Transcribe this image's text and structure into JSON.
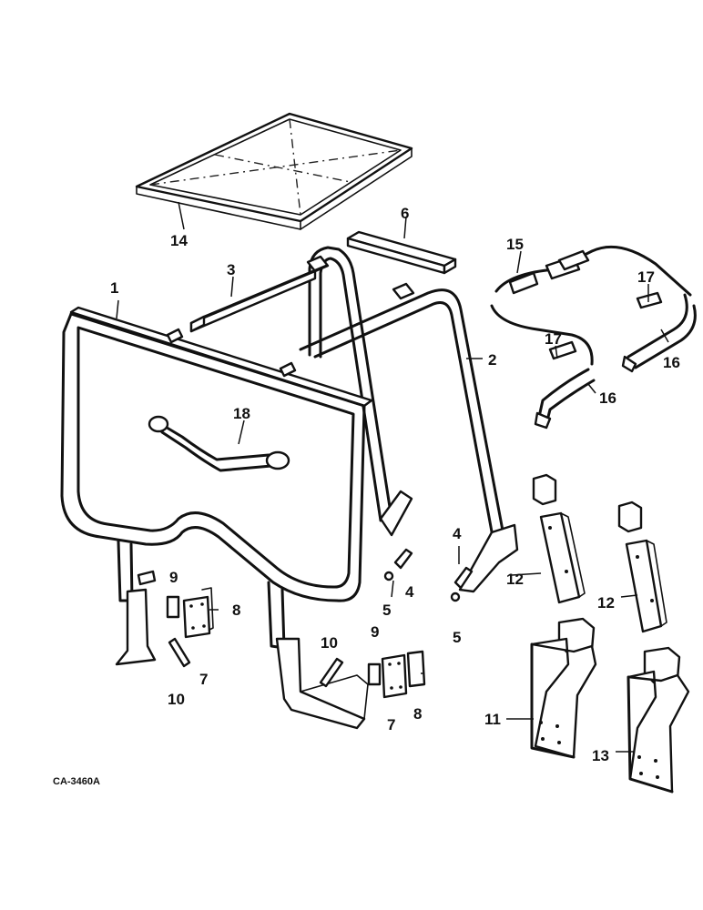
{
  "drawing_code": "CA-3460A",
  "callouts": {
    "c1": "1",
    "c2": "2",
    "c3": "3",
    "c4a": "4",
    "c4b": "4",
    "c5a": "5",
    "c5b": "5",
    "c6": "6",
    "c7a": "7",
    "c7b": "7",
    "c8a": "8",
    "c8b": "8",
    "c9a": "9",
    "c9b": "9",
    "c10a": "10",
    "c10b": "10",
    "c11": "11",
    "c12a": "12",
    "c12b": "12",
    "c13": "13",
    "c14": "14",
    "c15": "15",
    "c16a": "16",
    "c16b": "16",
    "c17a": "17",
    "c17b": "17",
    "c18": "18"
  }
}
